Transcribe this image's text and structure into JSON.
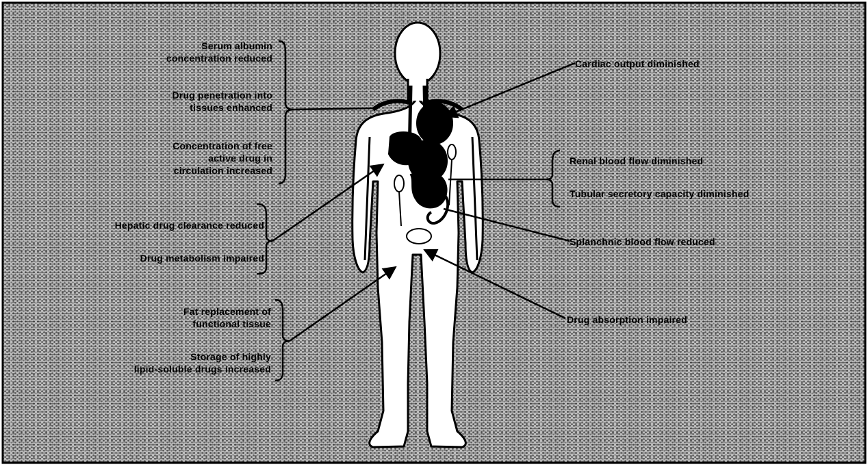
{
  "diagram": {
    "left_labels": {
      "albumin": [
        "Serum albumin",
        "concentration reduced"
      ],
      "penetration": [
        "Drug penetration into",
        "tissues enhanced"
      ],
      "free_drug": [
        "Concentration of free",
        "active drug in",
        "circulation increased"
      ],
      "hepatic_clearance": [
        "Hepatic drug clearance reduced"
      ],
      "metabolism": [
        "Drug metabolism impaired"
      ],
      "fat_replacement": [
        "Fat replacement of",
        "functional tissue"
      ],
      "lipid_storage": [
        "Storage of highly",
        "lipid-soluble drugs increased"
      ]
    },
    "right_labels": {
      "cardiac_output": [
        "Cardiac output diminished"
      ],
      "renal_blood_flow": [
        "Renal blood flow diminished"
      ],
      "tubular_capacity": [
        "Tubular secretory capacity diminished"
      ],
      "splanchnic": [
        "Splanchnic blood flow reduced"
      ],
      "absorption": [
        "Drug absorption impaired"
      ]
    }
  }
}
